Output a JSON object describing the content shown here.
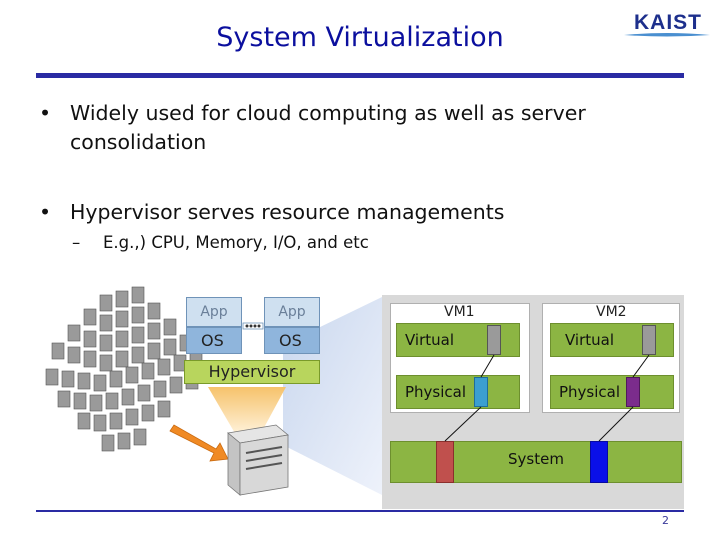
{
  "slide": {
    "title": "System Virtualization",
    "logo_text": "KAIST",
    "bullets": [
      {
        "marker": "•",
        "text_line1": "Widely used for cloud computing as well as server",
        "text_line2": "consolidation"
      },
      {
        "marker": "•",
        "text_line1": "Hypervisor serves resource managements",
        "text_line2": ""
      }
    ],
    "sub_bullet": {
      "marker": "–",
      "text": "E.g.,) CPU, Memory, I/O, and etc"
    },
    "page_number": "2"
  },
  "stack": {
    "app_left": "App",
    "app_right": "App",
    "os_left": "OS",
    "os_right": "OS",
    "hypervisor": "Hypervisor"
  },
  "vm_diagram": {
    "vm1_label": "VM1",
    "vm2_label": "VM2",
    "vm1_virtual": "Virtual",
    "vm1_physical": "Physical",
    "vm2_virtual": "Virtual",
    "vm2_physical": "Physical",
    "system_label": "System",
    "colors": {
      "panel": "#d9d9d9",
      "green": "#8cb543",
      "vm1_chip": "#3b9fd0",
      "vm2_chip": "#7b2c8c",
      "system_red": "#c0504d",
      "system_blue": "#0a10e8"
    }
  }
}
